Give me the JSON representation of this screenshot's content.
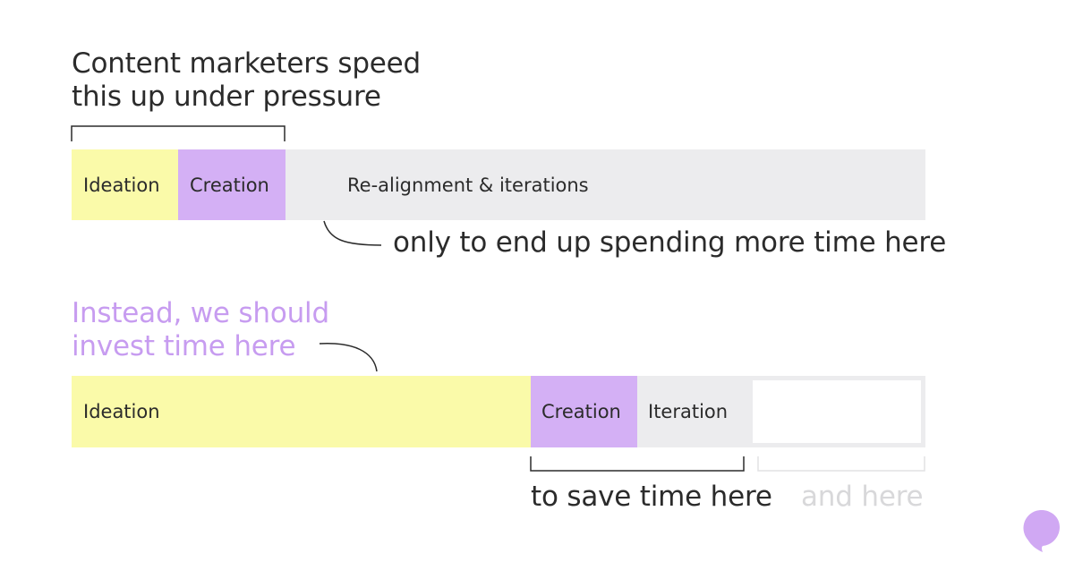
{
  "top": {
    "heading_line1": "Content marketers speed",
    "heading_line2": "this up under pressure",
    "segments": [
      "Ideation",
      "Creation",
      "Re-alignment & iterations"
    ],
    "callout": "only to end up spending more time here"
  },
  "bottom": {
    "heading_line1": "Instead, we should",
    "heading_line2": "invest time here",
    "segments": [
      "Ideation",
      "Creation",
      "Iteration"
    ],
    "callout_save": "to save time here",
    "callout_and": "and here"
  },
  "colors": {
    "ideation": "#fafaa9",
    "creation": "#d4b0f5",
    "iteration": "#ececee",
    "accent_text": "#c79cf0",
    "muted_text": "#d8d8da",
    "logo": "#d0a8f3"
  },
  "icons": [
    "speech-bubble-logo"
  ]
}
